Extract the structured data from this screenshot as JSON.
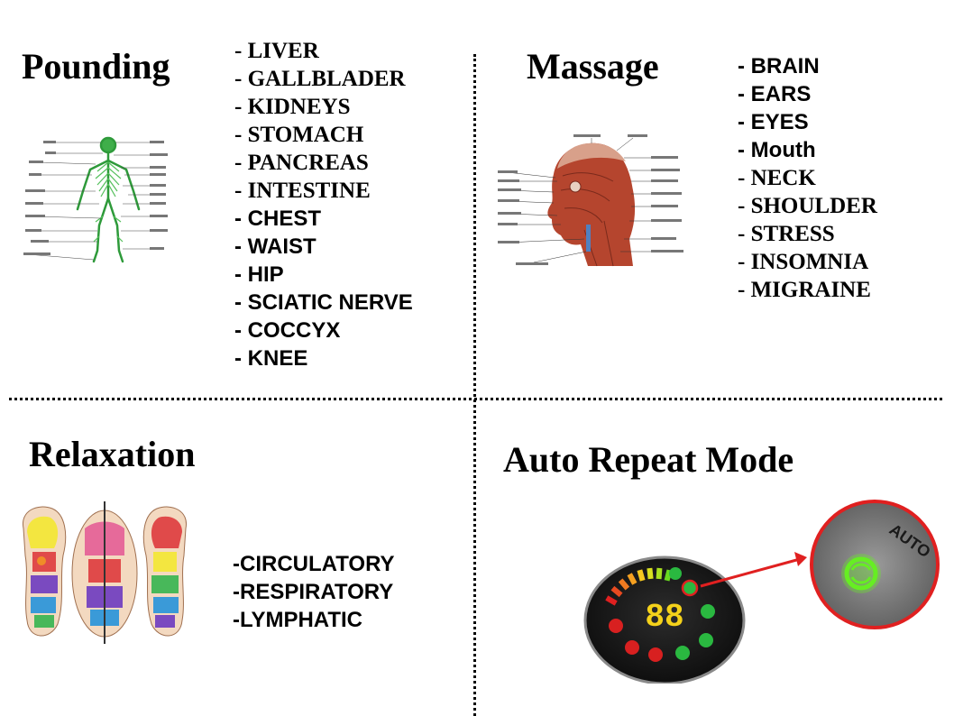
{
  "sections": {
    "pounding": {
      "title": "Pounding",
      "items": [
        "- LIVER",
        "- GALLBLADER",
        "- KIDNEYS",
        "- STOMACH",
        "- PANCREAS",
        "- INTESTINE",
        "- CHEST",
        "- WAIST",
        "- HIP",
        "- SCIATIC NERVE",
        "- COCCYX",
        "- KNEE"
      ]
    },
    "massage": {
      "title": "Massage",
      "items": [
        "- BRAIN",
        "- EARS",
        "- EYES",
        "- Mouth",
        "- NECK",
        "- SHOULDER",
        "- STRESS",
        "- INSOMNIA",
        "- MIGRAINE"
      ]
    },
    "relaxation": {
      "title": "Relaxation",
      "items": [
        "-CIRCULATORY",
        "-RESPIRATORY",
        "-LYMPHATIC"
      ]
    },
    "auto_repeat": {
      "title": "Auto Repeat Mode",
      "display_digits": "88",
      "auto_label": "AUTO"
    }
  },
  "colors": {
    "accent_red": "#e02020",
    "glow_green": "#66ee22",
    "display_yellow": "#f5d21a",
    "nerve_green": "#2e9a3a",
    "muscle_red": "#b5452e"
  }
}
